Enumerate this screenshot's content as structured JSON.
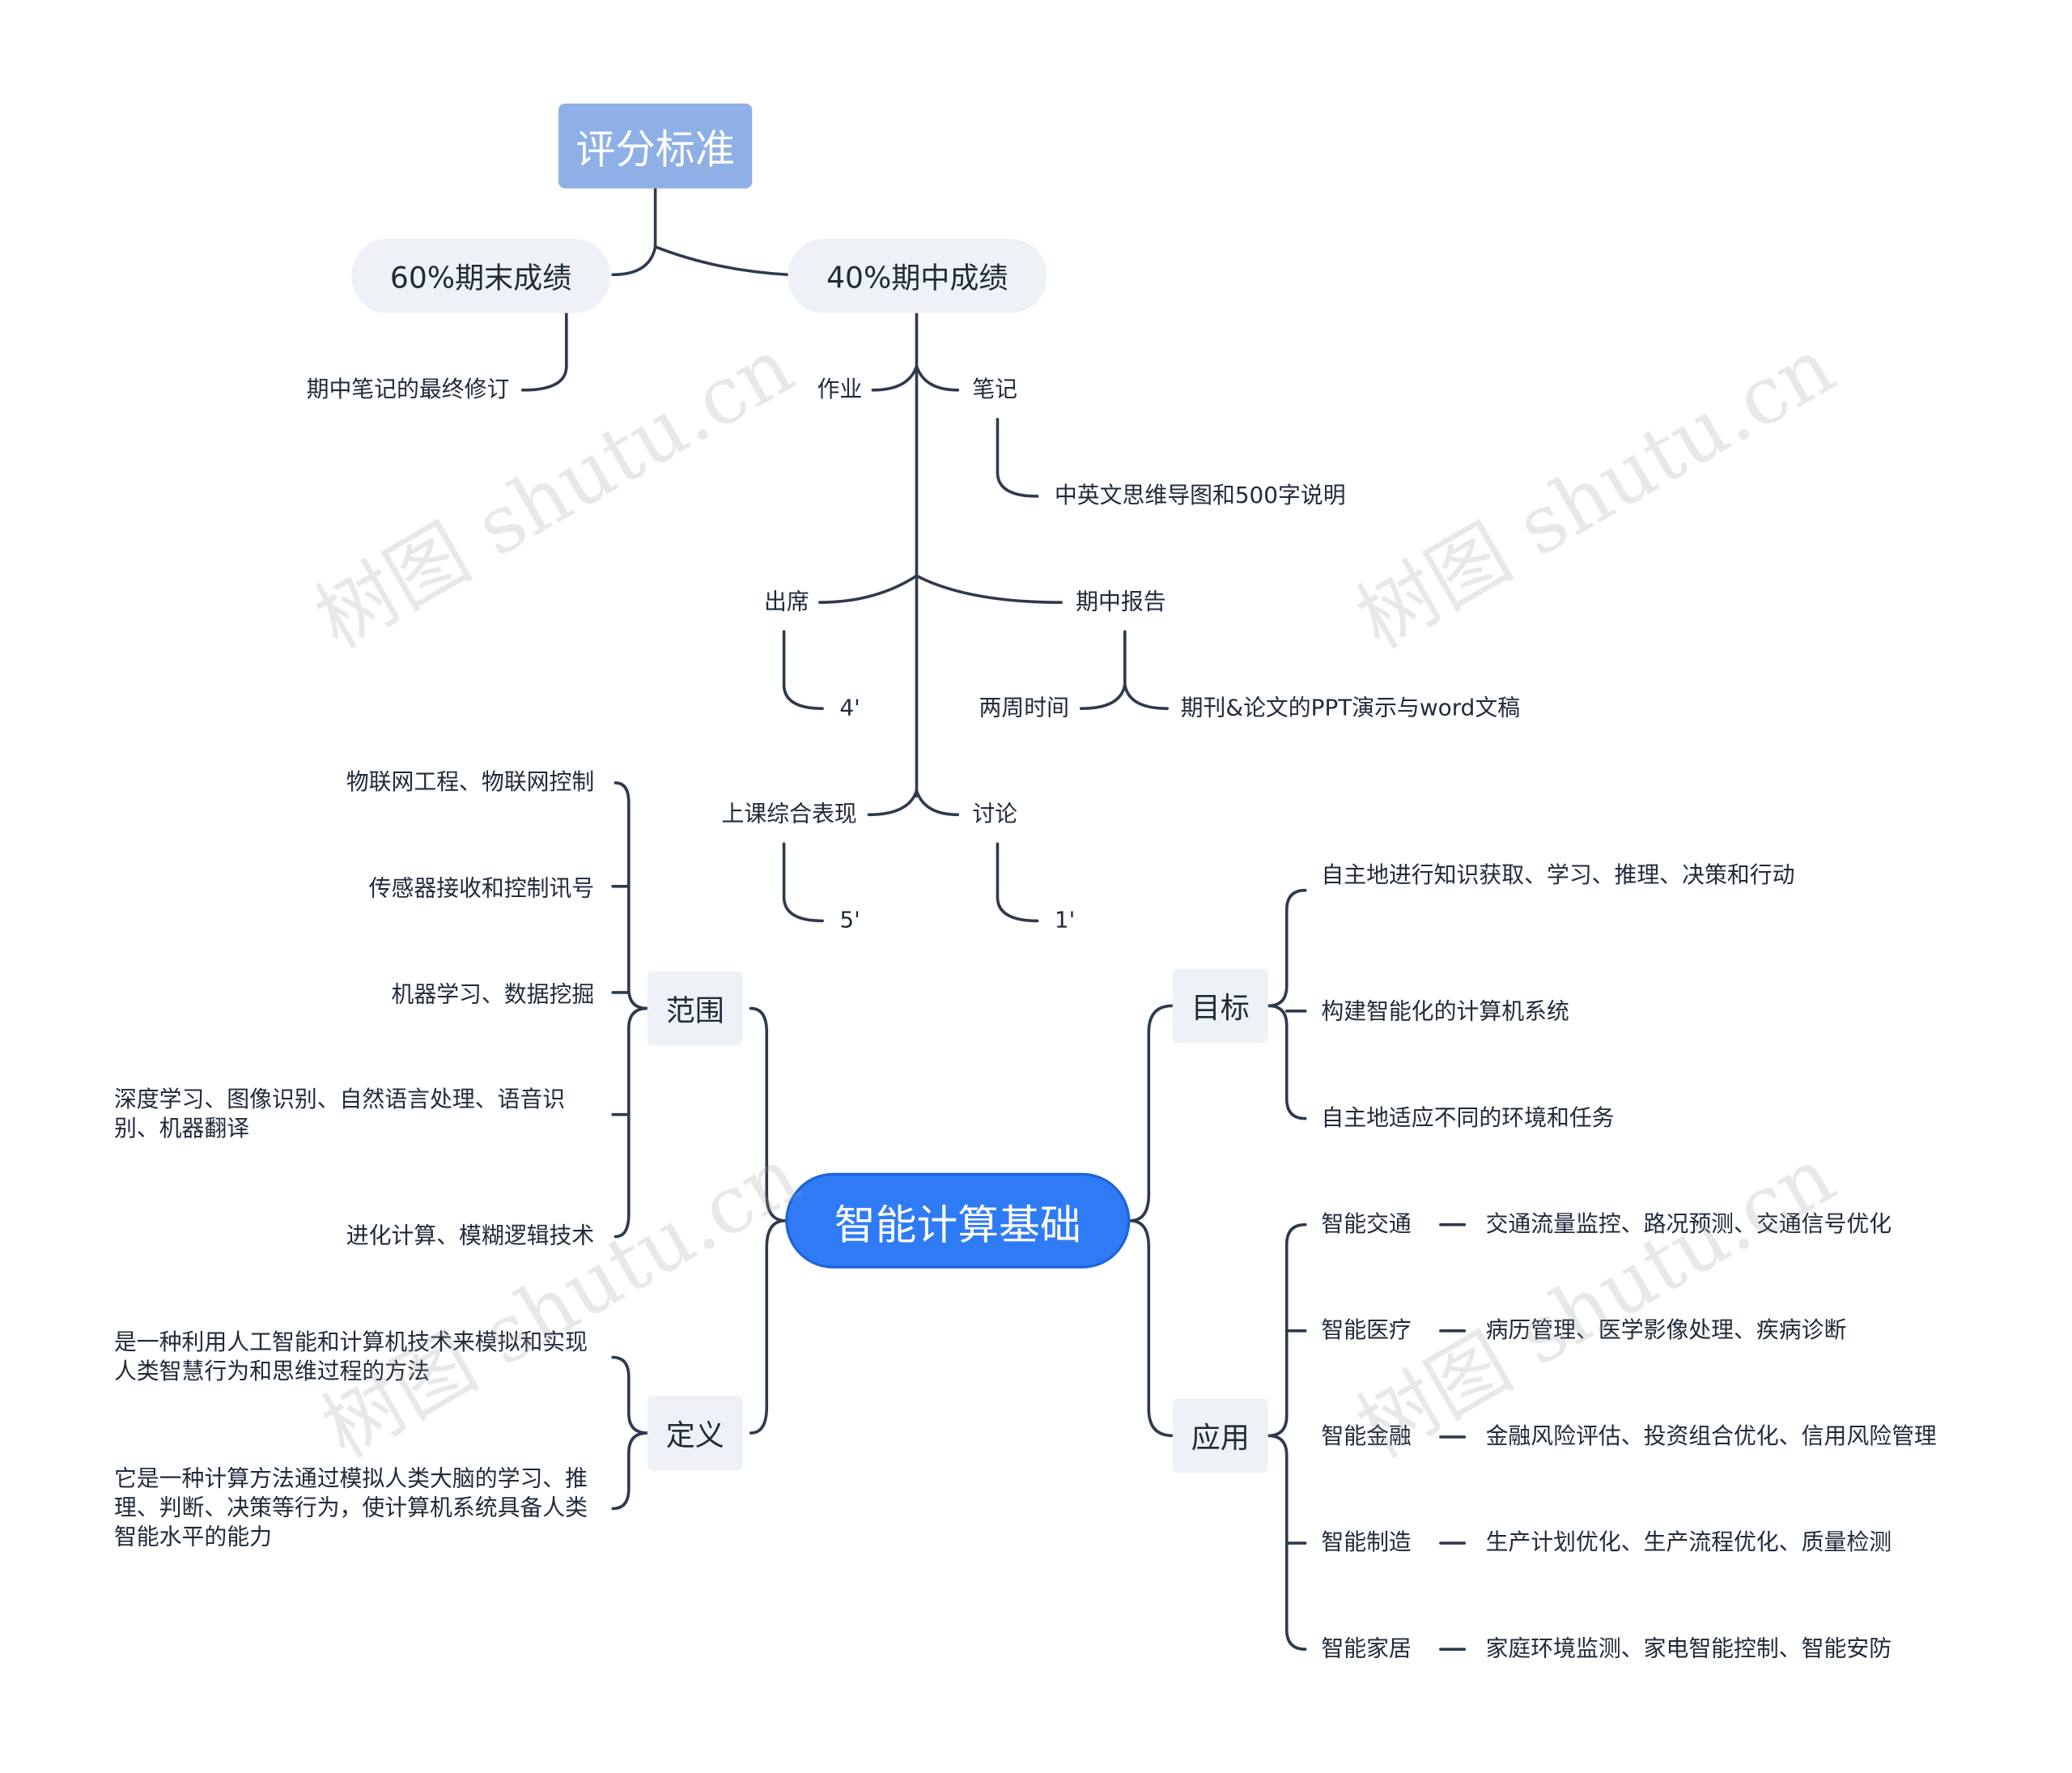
{
  "root": {
    "label": "智能计算基础"
  },
  "evaluation": {
    "title": "评分标准",
    "final": {
      "label": "60%期末成绩",
      "note": "期中笔记的最终修订"
    },
    "midterm": {
      "label": "40%期中成绩",
      "homework": "作业",
      "notes": {
        "label": "笔记",
        "detail": "中英文思维导图和500字说明"
      },
      "attendance": {
        "label": "出席",
        "score": "4'"
      },
      "report": {
        "label": "期中报告",
        "duration": "两周时间",
        "detail": "期刊&论文的PPT演示与word文稿"
      },
      "performance": {
        "label": "上课综合表现",
        "score": "5'"
      },
      "discussion": {
        "label": "讨论",
        "score": "1'"
      }
    }
  },
  "scope": {
    "label": "范围",
    "items": [
      "物联网工程、物联网控制",
      "传感器接收和控制讯号",
      "机器学习、数据挖掘",
      "深度学习、图像识别、自然语言处理、语音识别、机器翻译",
      "进化计算、模糊逻辑技术"
    ]
  },
  "definition": {
    "label": "定义",
    "items": [
      "是一种利用人工智能和计算机技术来模拟和实现人类智慧行为和思维过程的方法",
      "它是一种计算方法通过模拟人类大脑的学习、推理、判断、决策等行为，使计算机系统具备人类智能水平的能力"
    ]
  },
  "goal": {
    "label": "目标",
    "items": [
      "自主地进行知识获取、学习、推理、决策和行动",
      "构建智能化的计算机系统",
      "自主地适应不同的环境和任务"
    ]
  },
  "application": {
    "label": "应用",
    "items": [
      {
        "name": "智能交通",
        "detail": "交通流量监控、路况预测、交通信号优化"
      },
      {
        "name": "智能医疗",
        "detail": "病历管理、医学影像处理、疾病诊断"
      },
      {
        "name": "智能金融",
        "detail": "金融风险评估、投资组合优化、信用风险管理"
      },
      {
        "name": "智能制造",
        "detail": "生产计划优化、生产流程优化、质量检测"
      },
      {
        "name": "智能家居",
        "detail": "家庭环境监测、家电智能控制、智能安防"
      }
    ]
  },
  "watermark": "树图 shutu.cn"
}
